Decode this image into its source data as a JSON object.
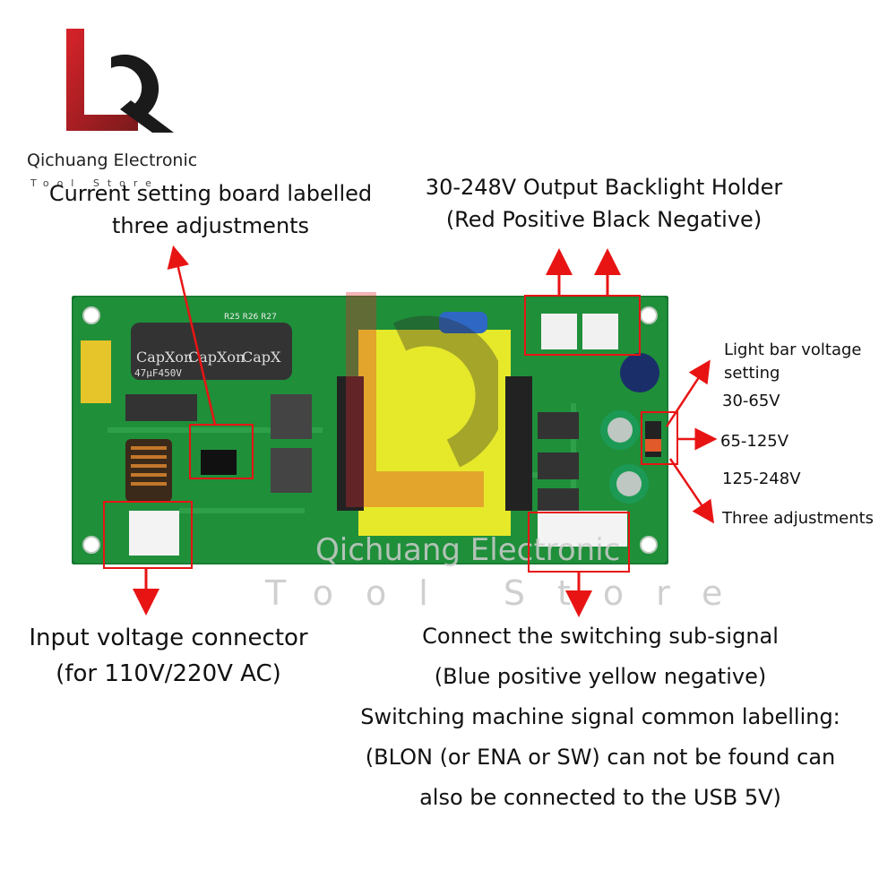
{
  "brand": {
    "logo_letters": "LQ",
    "name": "Qichuang Electronic",
    "tagline": "Tool Store"
  },
  "labels": {
    "current_setting": [
      "Current setting board labelled",
      "three adjustments"
    ],
    "output_holder": [
      "30-248V Output Backlight Holder",
      "(Red Positive Black Negative)"
    ],
    "light_bar_voltage": [
      "Light bar voltage",
      "setting"
    ],
    "voltages": [
      "30-65V",
      "65-125V",
      "125-248V"
    ],
    "three_adjustments": "Three adjustments",
    "input_connector": [
      "Input voltage connector",
      "(for 110V/220V AC)"
    ],
    "switching": [
      "Connect the switching sub-signal",
      "(Blue positive yellow negative)",
      "Switching machine signal common labelling:",
      "(BLON (or ENA or SW) can not be found can",
      "also be connected to the USB 5V)"
    ]
  },
  "watermark": {
    "line1": "Qichuang Electronic",
    "line2": "Tool Store"
  },
  "board_marks": {
    "capacitor_brand": "CapXon",
    "capacitor_value": "47µF450V",
    "board_ref": "R25 R26 R27"
  },
  "colors": {
    "pcb": "#1f8f3a",
    "pcb_dark": "#167530",
    "callout": "#e81414",
    "logo_red": "#c41c24",
    "logo_dark": "#1a1a1a",
    "transformer": "#e6e82a"
  }
}
